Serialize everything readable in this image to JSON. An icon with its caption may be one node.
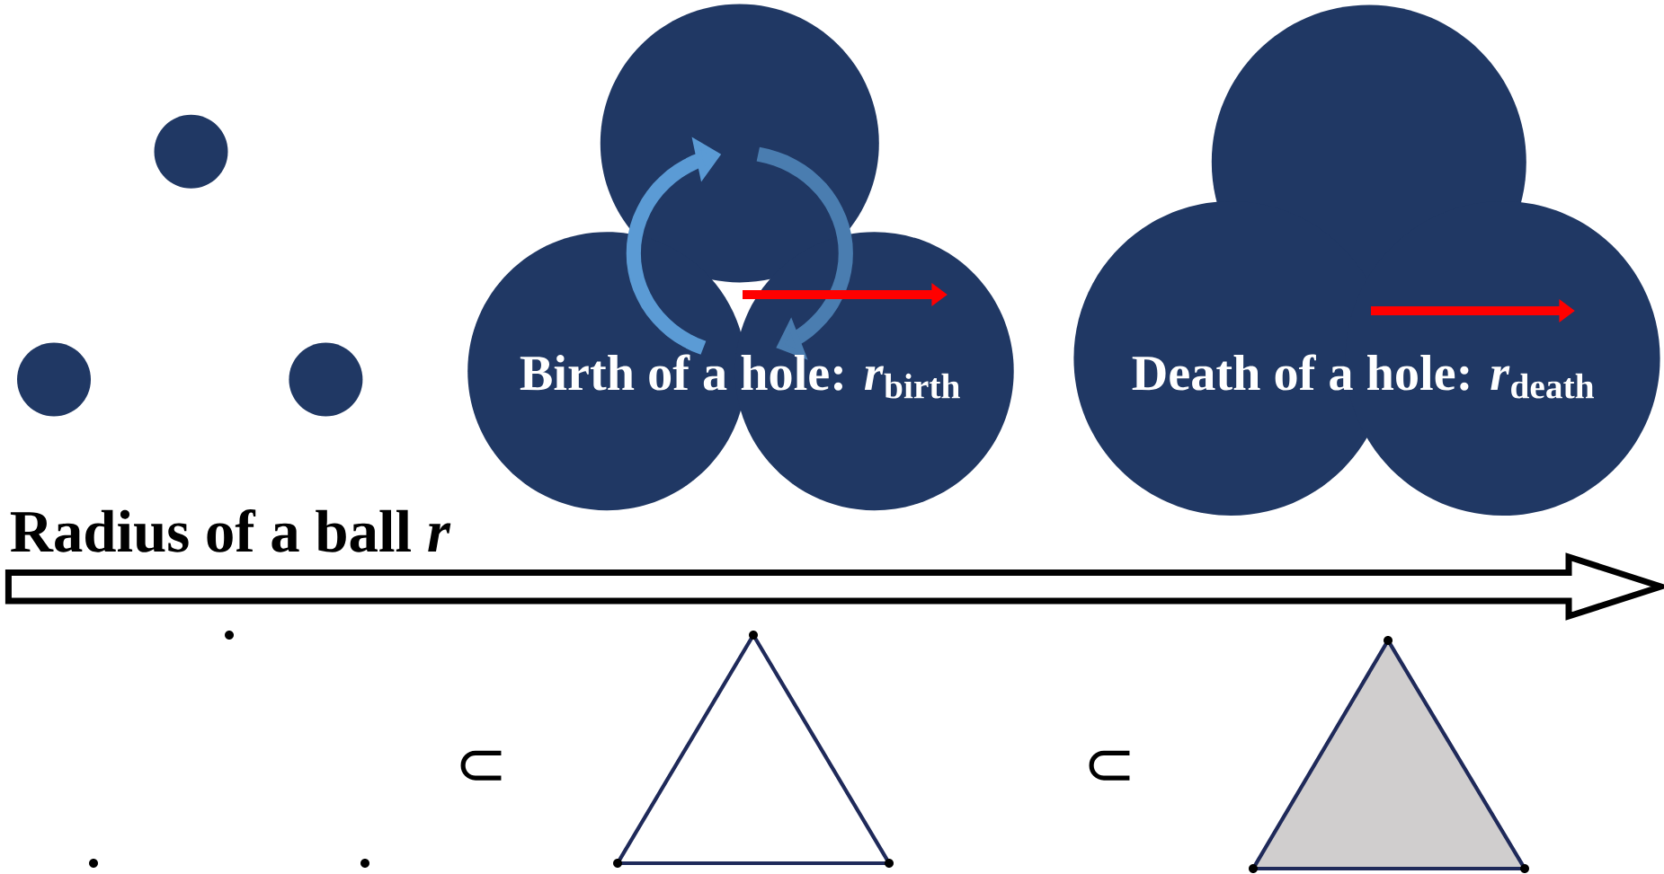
{
  "diagram": {
    "nodes": [
      {
        "text": [
          "Birth of a hole: *r*$_{birth}$"
        ]
      },
      {
        "text": [
          "Death of a hole: *r*$_{death}$"
        ]
      }
    ],
    "labels": [
      "Radius of a ball *r*",
      "⊂",
      "⊂"
    ]
  }
}
